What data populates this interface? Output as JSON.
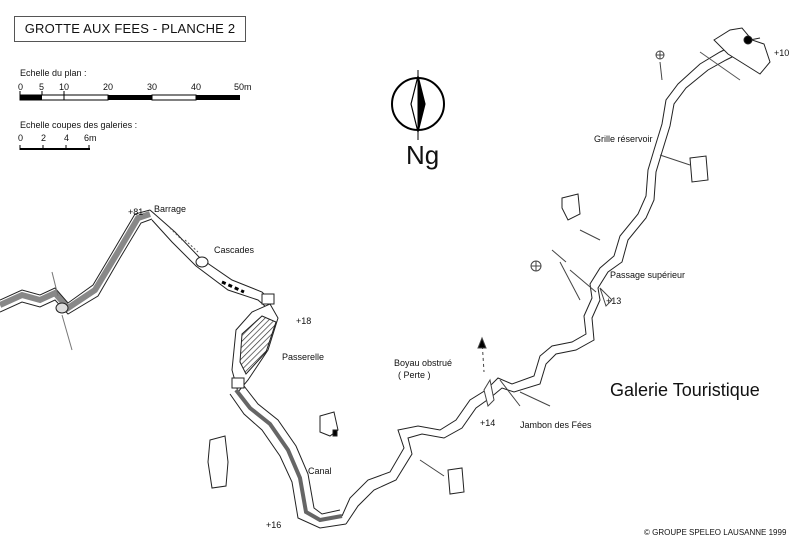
{
  "title": "GROTTE AUX FEES - PLANCHE 2",
  "scales": {
    "plan_label": "Echelle du plan  :",
    "plan_ticks": [
      "0",
      "5",
      "10",
      "20",
      "30",
      "40",
      "50m"
    ],
    "section_label": "Echelle coupes des galeries  :",
    "section_ticks": [
      "0",
      "2",
      "4",
      "6m"
    ]
  },
  "north_label": "Ng",
  "labels": {
    "barrage": "Barrage",
    "cascades": "Cascades",
    "passerelle": "Passerelle",
    "canal": "Canal",
    "boyau": "Boyau obstrué",
    "perte": "( Perte )",
    "jambon": "Jambon des Fées",
    "grille": "Grille réservoir",
    "passage": "Passage supérieur",
    "galerie": "Galerie Touristique"
  },
  "elevations": {
    "e81": "+81",
    "e18": "+18",
    "e16": "+16",
    "e14": "+14",
    "e13": "+13",
    "e10": "+10"
  },
  "copyright": "©  GROUPE SPELEO LAUSANNE  1999"
}
